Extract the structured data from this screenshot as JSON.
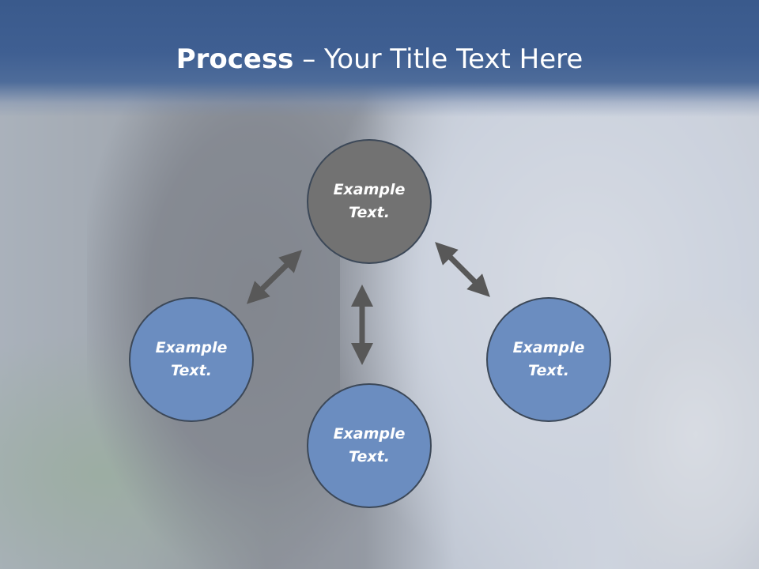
{
  "title": {
    "strong": "Process",
    "rest": " – Your Title Text Here"
  },
  "nodes": {
    "top": {
      "label": "Example\nText.",
      "fill": "#727272"
    },
    "left": {
      "label": "Example\nText.",
      "fill": "#6b8dc0"
    },
    "right": {
      "label": "Example\nText.",
      "fill": "#6b8dc0"
    },
    "bottom": {
      "label": "Example\nText.",
      "fill": "#6b8dc0"
    }
  },
  "colors": {
    "title_band": "#3f5f92",
    "arrow": "#585858",
    "circle_border": "#3c4858"
  },
  "arrows": [
    "top-left",
    "top-bottom",
    "top-right"
  ]
}
